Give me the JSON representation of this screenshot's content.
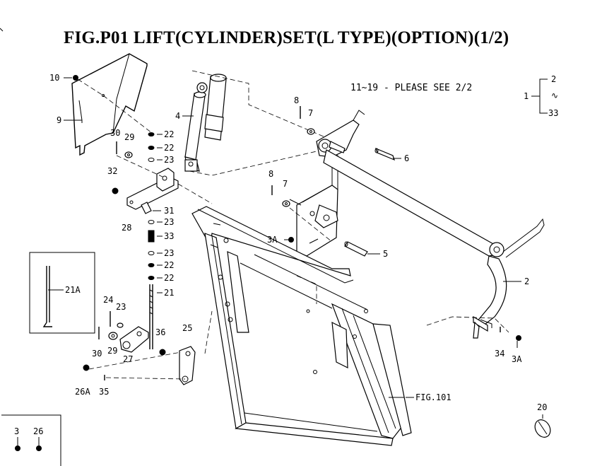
{
  "title": "FIG.P01  LIFT(CYLINDER)SET(L TYPE)(OPTION)(1/2)",
  "note": "11~19 - PLEASE SEE 2/2",
  "bracket": {
    "left": "1",
    "top": "2",
    "sep": "∿",
    "bottom": "33"
  },
  "callouts": {
    "p10": "10",
    "p9": "9",
    "p4": "4",
    "p30a": "30",
    "p29a": "29",
    "p22a": "22",
    "p22b": "22",
    "p23a": "23",
    "p32": "32",
    "p31": "31",
    "p28": "28",
    "p23b": "23",
    "p33": "33",
    "p23c": "23",
    "p22c": "22",
    "p22d": "22",
    "p21": "21",
    "p21A": "21A",
    "p24": "24",
    "p23d": "23",
    "p30b": "30",
    "p29b": "29",
    "p27": "27",
    "p36": "36",
    "p25": "25",
    "p26A": "26A",
    "p35": "35",
    "p8a": "8",
    "p7a": "7",
    "p6": "6",
    "p8b": "8",
    "p7b": "7",
    "p3Aa": "3A",
    "p5": "5",
    "p2": "2",
    "p34": "34",
    "p3Ab": "3A",
    "pFIG": "FIG.101",
    "p20": "20",
    "p3": "3",
    "p26": "26"
  }
}
